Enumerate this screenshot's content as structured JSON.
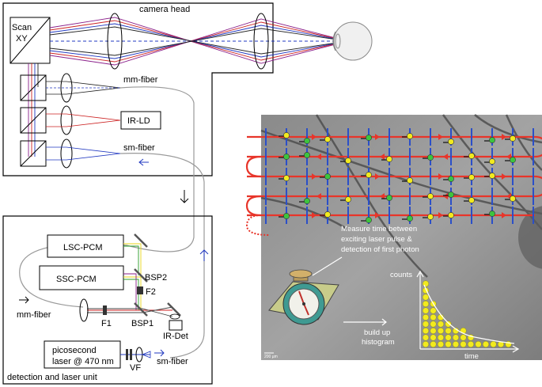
{
  "camera": {
    "head_label": "camera head",
    "scan_label_1": "Scan",
    "scan_label_2": "XY",
    "mm_fiber_top": "mm-fiber",
    "ir_ld": "IR-LD",
    "sm_fiber_top": "sm-fiber"
  },
  "unit": {
    "lsc": "LSC-PCM",
    "ssc": "SSC-PCM",
    "bsp2": "BSP2",
    "f2": "F2",
    "mm_fiber": "mm-fiber",
    "f1": "F1",
    "bsp1": "BSP1",
    "ir_det": "IR-Det",
    "laser_1": "picosecond",
    "laser_2": "laser @ 470 nm",
    "vf": "VF",
    "sm_fiber": "sm-fiber",
    "unit_label": "detection and laser unit"
  },
  "retina": {
    "measure_1": "Measure time between",
    "measure_2": "exciting laser pulse &",
    "measure_3": "detection of first photon",
    "counts": "counts",
    "build_1": "build up",
    "build_2": "histogram",
    "time": "time",
    "scale": "200 µm"
  },
  "colors": {
    "scan_red": "#e8352a",
    "dot_yellow": "#f2ea1e",
    "dot_green": "#3dc43d",
    "tick_blue": "#2b4fc8",
    "beam_blue": "#2038c0",
    "beam_red": "#cc2222",
    "beam_purple": "#8a1f8a"
  }
}
